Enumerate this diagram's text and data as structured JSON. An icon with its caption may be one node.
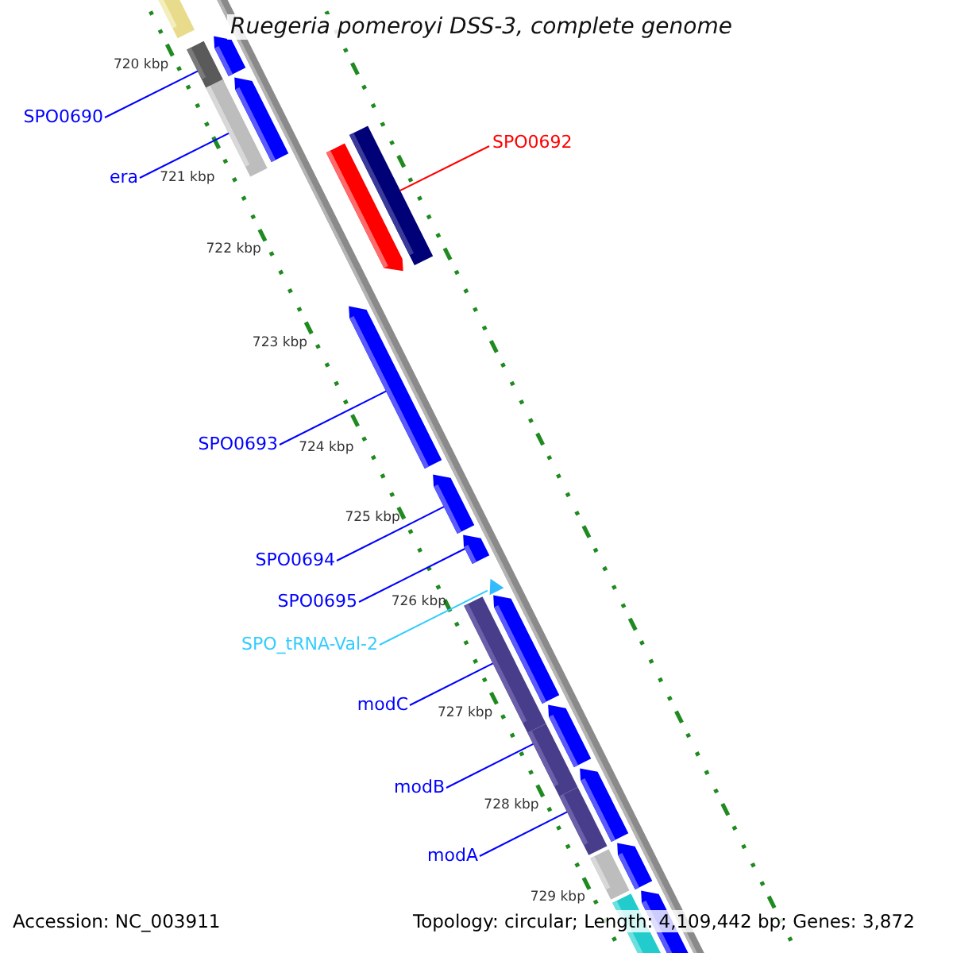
{
  "diagram": {
    "title": "Ruegeria pomeroyi DSS-3, complete genome",
    "nodes": [
      {
        "text": [
          "SPO0690"
        ]
      },
      {
        "text": [
          "era"
        ]
      },
      {
        "text": [
          "SPO0692"
        ]
      },
      {
        "text": [
          "SPO0693"
        ]
      },
      {
        "text": [
          "SPO0694"
        ]
      },
      {
        "text": [
          "SPO0695"
        ]
      },
      {
        "text": [
          "SPO_tRNA-Val-2"
        ]
      },
      {
        "text": [
          "modC"
        ]
      },
      {
        "text": [
          "modB"
        ]
      },
      {
        "text": [
          "modA"
        ]
      },
      {
        "text": [],
        "shape": "bar"
      },
      {
        "text": [],
        "shape": "bar"
      },
      {
        "text": [],
        "shape": "bar"
      },
      {
        "text": [],
        "shape": "bar"
      },
      {
        "text": [],
        "shape": "bar"
      },
      {
        "text": [],
        "shape": "bar"
      },
      {
        "text": [],
        "shape": "triangle"
      },
      {
        "text": [],
        "shape": "bar"
      },
      {
        "text": [],
        "shape": "bar"
      },
      {
        "text": [],
        "shape": "bar"
      }
    ],
    "edges": [
      {
        "from": 0,
        "to": 10,
        "arrow": "none"
      },
      {
        "from": 1,
        "to": 11,
        "arrow": "none"
      },
      {
        "from": 2,
        "to": 12,
        "arrow": "none",
        "color": "#ff0000"
      },
      {
        "from": 3,
        "to": 13,
        "arrow": "none"
      },
      {
        "from": 4,
        "to": 14,
        "arrow": "none"
      },
      {
        "from": 5,
        "to": 15,
        "arrow": "none"
      },
      {
        "from": 6,
        "to": 16,
        "arrow": "none",
        "color": "#33ccff"
      },
      {
        "from": 7,
        "to": 17,
        "arrow": "none"
      },
      {
        "from": 8,
        "to": 18,
        "arrow": "none"
      },
      {
        "from": 9,
        "to": 19,
        "arrow": "none"
      }
    ],
    "labels": [
      "720 kbp",
      "721 kbp",
      "722 kbp",
      "723 kbp",
      "724 kbp",
      "725 kbp",
      "726 kbp",
      "727 kbp",
      "728 kbp",
      "729 kbp",
      "Accession: NC_003911",
      "Topology: circular; Length: 4,109,442 bp; Genes: 3,872"
    ]
  }
}
